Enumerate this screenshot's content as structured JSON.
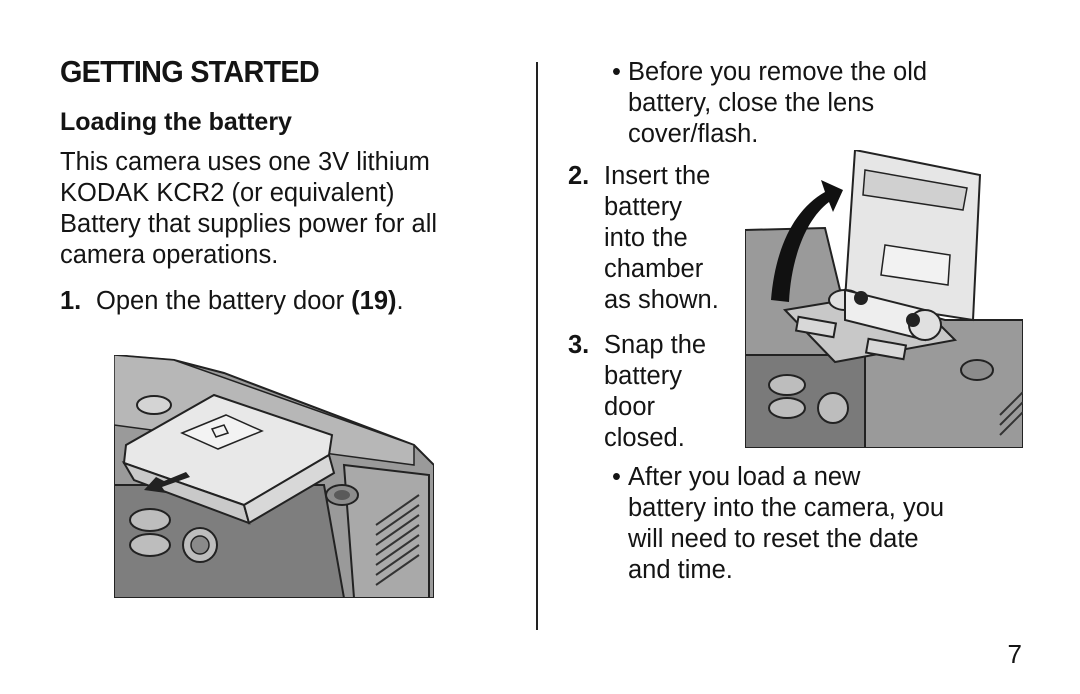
{
  "heading": "GETTING STARTED",
  "subheading": "Loading the battery",
  "intro_lines": [
    "This camera uses one 3V lithium",
    "KODAK KCR2 (or equivalent)",
    "Battery that supplies power for all",
    "camera operations."
  ],
  "step1": {
    "number": "1.",
    "text": "Open the battery door ",
    "ref": "(19)",
    "end": "."
  },
  "bullet1": {
    "dot": "•",
    "lines": [
      "Before you remove the old",
      "battery, close the lens",
      "cover/flash."
    ]
  },
  "step2": {
    "number": "2.",
    "lines": [
      "Insert the",
      "battery",
      "into the",
      "chamber",
      "as shown."
    ]
  },
  "step3": {
    "number": "3.",
    "lines": [
      "Snap the",
      "battery",
      "door",
      "closed."
    ]
  },
  "bullet2": {
    "dot": "•",
    "lines": [
      "After you load a new",
      "battery into the camera, you",
      "will need to reset the date",
      "and time."
    ]
  },
  "page_number": "7",
  "illustrations": {
    "open_door_icon": "camera-battery-door-opening-illustration",
    "insert_battery_icon": "camera-battery-insertion-illustration"
  }
}
